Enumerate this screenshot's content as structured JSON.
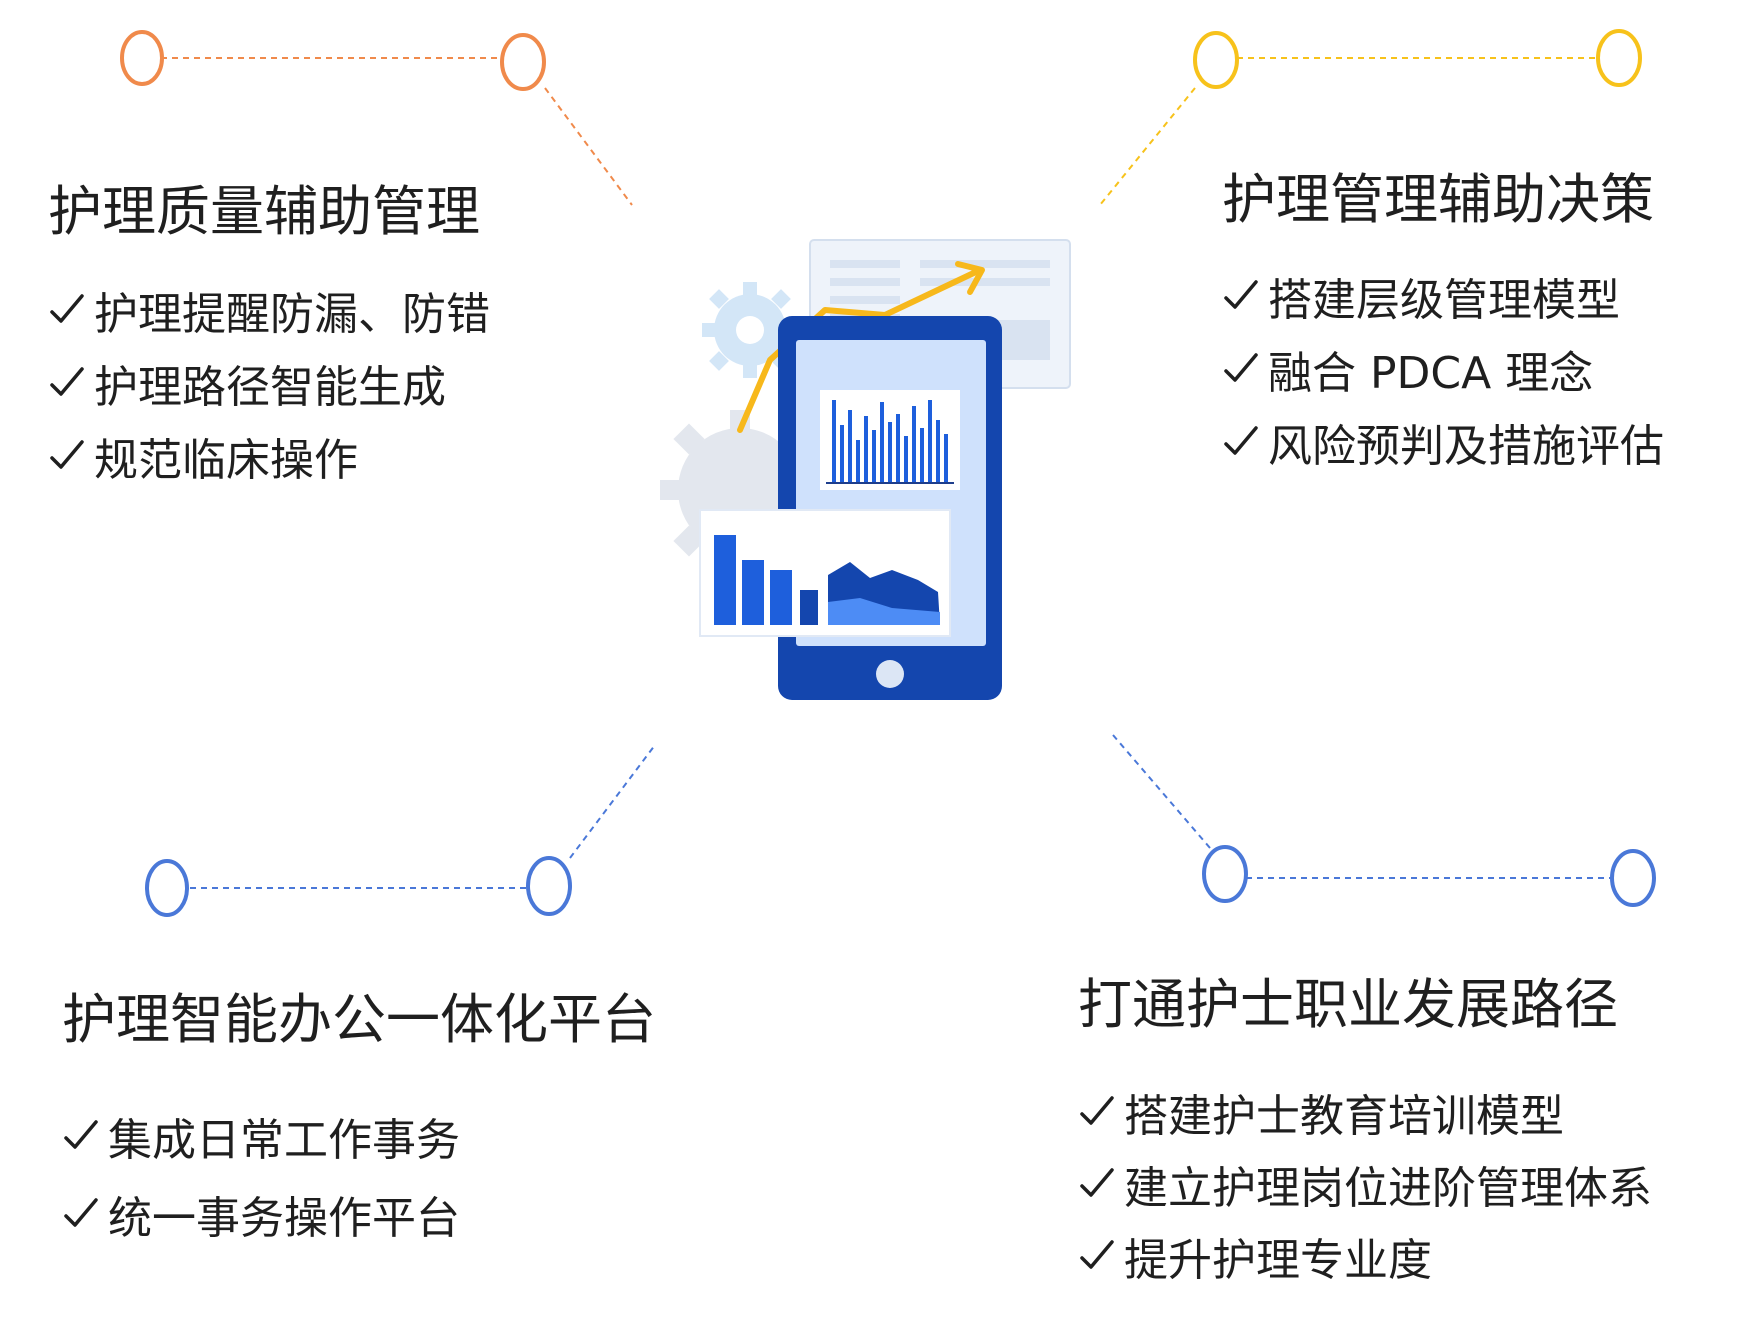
{
  "colors": {
    "orange": "#F08A4B",
    "yellow": "#F7C21B",
    "blue": "#4A78D8",
    "phone_body": "#1446AE",
    "phone_screen": "#CFE1FC",
    "bar_blue": "#1E5FDC"
  },
  "sections": {
    "top_left": {
      "title": "护理质量辅助管理",
      "items": [
        "护理提醒防漏、防错",
        "护理路径智能生成",
        "规范临床操作"
      ]
    },
    "top_right": {
      "title": "护理管理辅助决策",
      "items": [
        "搭建层级管理模型",
        "融合 PDCA 理念",
        "风险预判及措施评估"
      ]
    },
    "bottom_left": {
      "title": "护理智能办公一体化平台",
      "items": [
        "集成日常工作事务",
        "统一事务操作平台"
      ]
    },
    "bottom_right": {
      "title": "打通护士职业发展路径",
      "items": [
        "搭建护士教育培训模型",
        "建立护理岗位进阶管理体系",
        "提升护理专业度"
      ]
    }
  },
  "icons": {
    "check": "check-icon",
    "center": "mobile-analytics-icon"
  }
}
